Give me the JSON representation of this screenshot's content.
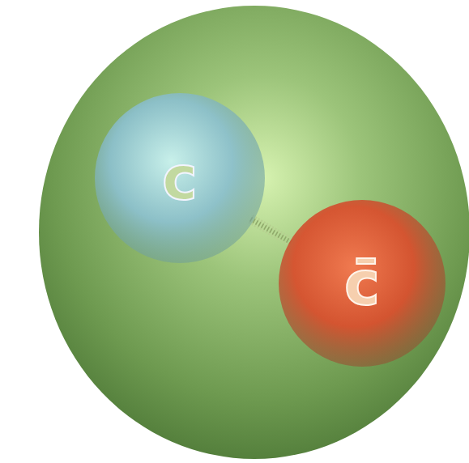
{
  "diagram": {
    "nodes": [
      {
        "text": [
          "c"
        ]
      },
      {
        "text": [
          "c̄"
        ]
      }
    ],
    "edges": [
      {
        "from": 0,
        "to": 1,
        "arrow": "none"
      }
    ]
  }
}
